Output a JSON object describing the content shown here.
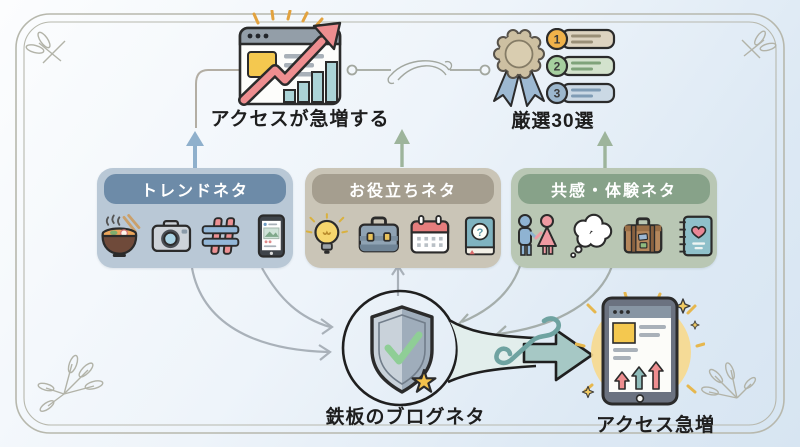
{
  "diagram_title": "blog-topics-flow-infographic",
  "colors": {
    "background_top": "#fcfdfe",
    "background_bottom": "#d7e5f2",
    "frame_line": "#b7b8ad",
    "label_text": "#1e1e1e",
    "trend_header": "#6d8ba8",
    "trend_body": "#b9c8d6",
    "useful_header": "#a59e8f",
    "useful_body": "#cac5b7",
    "empathy_header": "#87a289",
    "empathy_body": "#b9c7b4",
    "blue_arrow": "#8fb0cc",
    "green_arrow": "#9db49b",
    "gray_arrow": "#a9b1b9",
    "teal_flow": "#a6c8c5",
    "star_gold": "#f4c24c",
    "check_green": "#8fce96",
    "glow_yellow": "#f7d98d"
  },
  "top_left": {
    "label": "アクセスが急増する",
    "icon": "browser-growth-chart-icon"
  },
  "top_right": {
    "label": "厳選30選",
    "icon": "award-medal-icon",
    "ranking": [
      "1",
      "2",
      "3"
    ]
  },
  "topic_boxes": [
    {
      "label": "トレンドネタ",
      "header_color": "#6d8ba8",
      "body_color": "#b9c8d6",
      "icons": [
        "ramen-icon",
        "camera-icon",
        "hashtag-icon",
        "smartphone-icon"
      ]
    },
    {
      "label": "お役立ちネタ",
      "header_color": "#a59e8f",
      "body_color": "#cac5b7",
      "icons": [
        "lightbulb-icon",
        "briefcase-icon",
        "calendar-icon",
        "question-book-icon"
      ]
    },
    {
      "label": "共感・体験ネタ",
      "header_color": "#87a289",
      "body_color": "#b9c7b4",
      "icons": [
        "couple-icon",
        "thought-bubble-icon",
        "suitcase-icon",
        "journal-heart-icon"
      ]
    }
  ],
  "center": {
    "label": "鉄板のブログネタ",
    "icon": "shield-check-star-icon",
    "question_glyph": "?"
  },
  "bottom_right": {
    "label": "アクセス急増",
    "icon": "tablet-growth-icon"
  }
}
